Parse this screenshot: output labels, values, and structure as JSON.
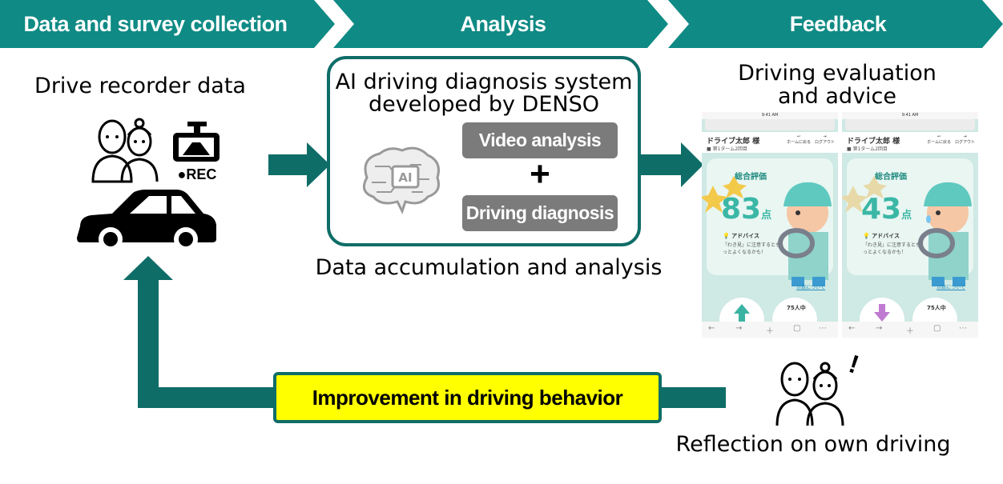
{
  "header": {
    "step1": "Data and survey collection",
    "step2": "Analysis",
    "step3": "Feedback"
  },
  "collection": {
    "title": "Drive recorder data",
    "rec_label": "●REC"
  },
  "analysis": {
    "title_line1": "AI driving diagnosis system",
    "title_line2": "developed by DENSO",
    "ai_label": "AI",
    "video": "Video analysis",
    "plus": "+",
    "diagnosis": "Driving diagnosis",
    "caption": "Data accumulation and analysis"
  },
  "feedback": {
    "title_line1": "Driving evaluation",
    "title_line2": "and advice",
    "reflection": "Reflection on own driving",
    "exclaim": "!"
  },
  "loop": {
    "improvement": "Improvement in driving behavior"
  },
  "phones": [
    {
      "time": "9:41 AM",
      "name": "ドライブ太郎 様",
      "sub": "■ 第1ターム2回目",
      "nav_home": "ホームに戻る",
      "nav_logout": "ログアウト",
      "eval_title": "総合評価",
      "score": "83",
      "score_unit": "点",
      "advice_title": "アドバイス",
      "advice_text": "「わき見」に注意するともっとよくなるかも！",
      "link": "点数について",
      "stat_label": "75人中",
      "trend": "up"
    },
    {
      "time": "9:41 AM",
      "name": "ドライブ太郎 様",
      "sub": "■ 第1ターム2回目",
      "nav_home": "ホームに戻る",
      "nav_logout": "ログアウト",
      "eval_title": "総合評価",
      "score": "43",
      "score_unit": "点",
      "advice_title": "アドバイス",
      "advice_text": "「わき見」に注意するともっとよくなるかも！",
      "link": "点数について",
      "stat_label": "75人中",
      "trend": "down"
    }
  ],
  "colors": {
    "teal": "#0f8a84",
    "teal_dark": "#0f6d68",
    "highlight": "#ffff00",
    "gray_box": "#7b7b7b"
  }
}
